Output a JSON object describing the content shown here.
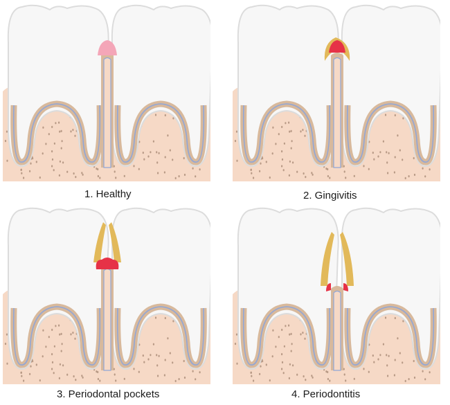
{
  "stages": [
    {
      "caption": "1. Healthy",
      "stage": "healthy"
    },
    {
      "caption": "2. Gingivitis",
      "stage": "gingivitis"
    },
    {
      "caption": "3. Periodontal pockets",
      "stage": "periodontal-pockets"
    },
    {
      "caption": "4. Periodontitis",
      "stage": "periodontitis"
    }
  ],
  "colors": {
    "enamel": "#f7f7f7",
    "enamel_shadow": "#dcdcdc",
    "dentin": "#d8b99c",
    "pulp_line": "#8fa6d8",
    "bone": "#f6d9c6",
    "bone_dots": "#b89a86",
    "gum_healthy": "#f4a6b8",
    "gum_inflamed": "#e63247",
    "pocket": "#e2b95a"
  }
}
